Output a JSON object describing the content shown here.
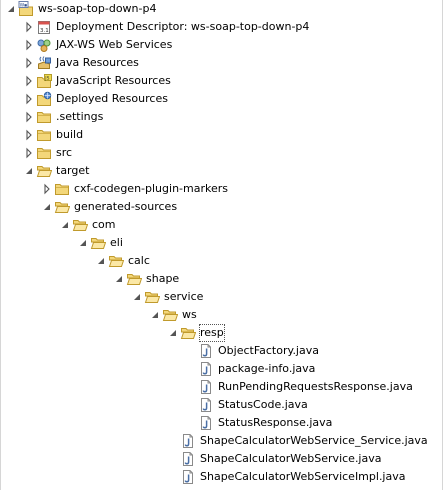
{
  "tree": [
    {
      "id": "project",
      "label": "ws-soap-top-down-p4",
      "icon": "web-project-icon",
      "depth": 0,
      "state": "expanded"
    },
    {
      "id": "deployment-descriptor",
      "label": "Deployment Descriptor: ws-soap-top-down-p4",
      "icon": "deployment-descriptor-icon",
      "depth": 1,
      "state": "collapsed"
    },
    {
      "id": "jax-ws-web-services",
      "label": "JAX-WS Web Services",
      "icon": "web-services-icon",
      "depth": 1,
      "state": "collapsed"
    },
    {
      "id": "java-resources",
      "label": "Java Resources",
      "icon": "java-resources-icon",
      "depth": 1,
      "state": "collapsed"
    },
    {
      "id": "javascript-resources",
      "label": "JavaScript Resources",
      "icon": "javascript-resources-icon",
      "depth": 1,
      "state": "collapsed"
    },
    {
      "id": "deployed-resources",
      "label": "Deployed Resources",
      "icon": "deployed-resources-icon",
      "depth": 1,
      "state": "collapsed"
    },
    {
      "id": "settings",
      "label": ".settings",
      "icon": "folder-icon",
      "depth": 1,
      "state": "collapsed"
    },
    {
      "id": "build",
      "label": "build",
      "icon": "folder-icon",
      "depth": 1,
      "state": "collapsed"
    },
    {
      "id": "src",
      "label": "src",
      "icon": "folder-icon",
      "depth": 1,
      "state": "collapsed"
    },
    {
      "id": "target",
      "label": "target",
      "icon": "folder-open-icon",
      "depth": 1,
      "state": "expanded"
    },
    {
      "id": "cxf-codegen-plugin-markers",
      "label": "cxf-codegen-plugin-markers",
      "icon": "folder-icon",
      "depth": 2,
      "state": "collapsed"
    },
    {
      "id": "generated-sources",
      "label": "generated-sources",
      "icon": "folder-open-icon",
      "depth": 2,
      "state": "expanded"
    },
    {
      "id": "com",
      "label": "com",
      "icon": "folder-open-icon",
      "depth": 3,
      "state": "expanded"
    },
    {
      "id": "eli",
      "label": "eli",
      "icon": "folder-open-icon",
      "depth": 4,
      "state": "expanded"
    },
    {
      "id": "calc",
      "label": "calc",
      "icon": "folder-open-icon",
      "depth": 5,
      "state": "expanded"
    },
    {
      "id": "shape",
      "label": "shape",
      "icon": "folder-open-icon",
      "depth": 6,
      "state": "expanded"
    },
    {
      "id": "service",
      "label": "service",
      "icon": "folder-open-icon",
      "depth": 7,
      "state": "expanded"
    },
    {
      "id": "ws",
      "label": "ws",
      "icon": "folder-open-icon",
      "depth": 8,
      "state": "expanded"
    },
    {
      "id": "resp",
      "label": "resp",
      "icon": "folder-open-icon",
      "depth": 9,
      "state": "expanded",
      "selected": true
    },
    {
      "id": "object-factory",
      "label": "ObjectFactory.java",
      "icon": "java-file-icon",
      "depth": 10,
      "state": "leaf"
    },
    {
      "id": "package-info",
      "label": "package-info.java",
      "icon": "java-file-icon",
      "depth": 10,
      "state": "leaf"
    },
    {
      "id": "run-pending-requests-response",
      "label": "RunPendingRequestsResponse.java",
      "icon": "java-file-icon",
      "depth": 10,
      "state": "leaf"
    },
    {
      "id": "status-code",
      "label": "StatusCode.java",
      "icon": "java-file-icon",
      "depth": 10,
      "state": "leaf"
    },
    {
      "id": "status-response",
      "label": "StatusResponse.java",
      "icon": "java-file-icon",
      "depth": 10,
      "state": "leaf"
    },
    {
      "id": "shape-calculator-web-service-service",
      "label": "ShapeCalculatorWebService_Service.java",
      "icon": "java-file-icon",
      "depth": 9,
      "state": "leaf"
    },
    {
      "id": "shape-calculator-web-service",
      "label": "ShapeCalculatorWebService.java",
      "icon": "java-file-icon",
      "depth": 9,
      "state": "leaf"
    },
    {
      "id": "shape-calculator-web-service-impl",
      "label": "ShapeCalculatorWebServiceImpl.java",
      "icon": "java-file-icon",
      "depth": 9,
      "state": "leaf"
    }
  ],
  "colors": {
    "folder_fill": "#f3d77a",
    "folder_stroke": "#c09a2c",
    "java_blue": "#4a6fa5",
    "twisty": "#555555"
  }
}
